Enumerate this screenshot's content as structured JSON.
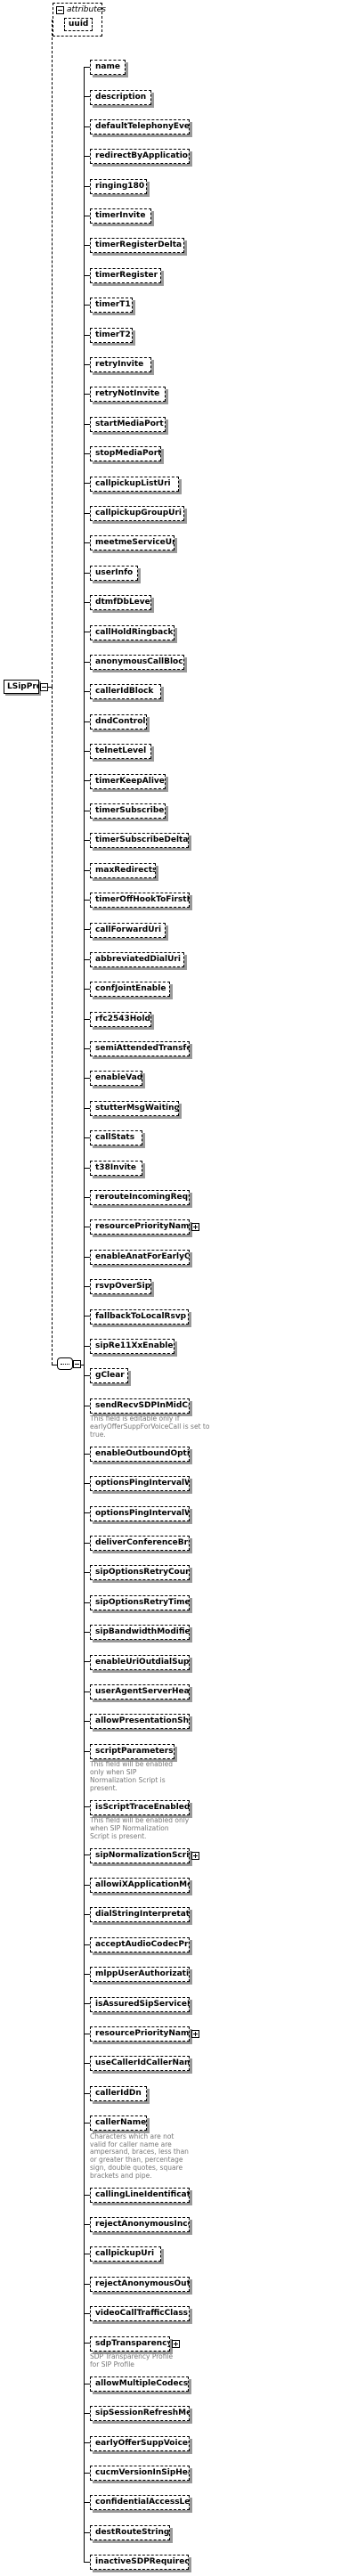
{
  "root": {
    "name": "LSipProfile"
  },
  "attributes": {
    "label": "attributes",
    "items": [
      "uuid"
    ]
  },
  "elements": [
    {
      "name": "name"
    },
    {
      "name": "description"
    },
    {
      "name": "defaultTelephonyEventPayloadT..."
    },
    {
      "name": "redirectByApplication"
    },
    {
      "name": "ringing180"
    },
    {
      "name": "timerInvite"
    },
    {
      "name": "timerRegisterDelta"
    },
    {
      "name": "timerRegister"
    },
    {
      "name": "timerT1"
    },
    {
      "name": "timerT2"
    },
    {
      "name": "retryInvite"
    },
    {
      "name": "retryNotInvite"
    },
    {
      "name": "startMediaPort"
    },
    {
      "name": "stopMediaPort"
    },
    {
      "name": "callpickupListUri"
    },
    {
      "name": "callpickupGroupUri"
    },
    {
      "name": "meetmeServiceUrl"
    },
    {
      "name": "userInfo"
    },
    {
      "name": "dtmfDbLevel"
    },
    {
      "name": "callHoldRingback"
    },
    {
      "name": "anonymousCallBlock"
    },
    {
      "name": "callerIdBlock"
    },
    {
      "name": "dndControl"
    },
    {
      "name": "telnetLevel"
    },
    {
      "name": "timerKeepAlive"
    },
    {
      "name": "timerSubscribe"
    },
    {
      "name": "timerSubscribeDelta"
    },
    {
      "name": "maxRedirects"
    },
    {
      "name": "timerOffHookToFirstDigit"
    },
    {
      "name": "callForwardUri"
    },
    {
      "name": "abbreviatedDialUri"
    },
    {
      "name": "confJointEnable"
    },
    {
      "name": "rfc2543Hold"
    },
    {
      "name": "semiAttendedTransfer"
    },
    {
      "name": "enableVad"
    },
    {
      "name": "stutterMsgWaiting"
    },
    {
      "name": "callStats"
    },
    {
      "name": "t38Invite"
    },
    {
      "name": "rerouteIncomingRequest"
    },
    {
      "name": "resourcePriorityNamespaceLis...",
      "expandable": true
    },
    {
      "name": "enableAnatForEarlyOfferCalls"
    },
    {
      "name": "rsvpOverSip"
    },
    {
      "name": "fallbackToLocalRsvp"
    },
    {
      "name": "sipRe11XxEnabled"
    },
    {
      "name": "gClear"
    },
    {
      "name": "sendRecvSDPInMidCallInvite",
      "desc": [
        "This field is editable only if",
        "earlyOfferSuppForVoiceCall is set to",
        "true."
      ]
    },
    {
      "name": "enableOutboundOptionsPing"
    },
    {
      "name": "optionsPingIntervalWhenStatus..."
    },
    {
      "name": "optionsPingIntervalWhenStatus..."
    },
    {
      "name": "deliverConferenceBridgeIdentifi..."
    },
    {
      "name": "sipOptionsRetryCount"
    },
    {
      "name": "sipOptionsRetryTimer"
    },
    {
      "name": "sipBandwidthModifier"
    },
    {
      "name": "enableUriOutdialSupport"
    },
    {
      "name": "userAgentServerHeaderInfo"
    },
    {
      "name": "allowPresentationSharingUsing..."
    },
    {
      "name": "scriptParameters",
      "desc": [
        "This field will be enabled",
        "only when SIP",
        "Normalization Script is",
        "present."
      ]
    },
    {
      "name": "isScriptTraceEnabled",
      "desc": [
        "This field will be enabled only",
        "when SIP Normalization",
        "Script is present."
      ]
    },
    {
      "name": "sipNormalizationScript",
      "expandable": true
    },
    {
      "name": "allowiXApplicationMedia"
    },
    {
      "name": "dialStringInterpretation"
    },
    {
      "name": "acceptAudioCodecPreferences"
    },
    {
      "name": "mlppUserAuthorization"
    },
    {
      "name": "isAssuredSipServiceEnabled"
    },
    {
      "name": "resourcePriorityNamespace",
      "expandable": true
    },
    {
      "name": "useCallerIdCallerNameinUriOutg..."
    },
    {
      "name": "callerIdDn"
    },
    {
      "name": "callerName",
      "desc": [
        "Characters which are not",
        "valid for caller name are",
        "ampersand, braces, less than",
        "or greater than, percentage",
        "sign, double quotes, square",
        "brackets and pipe."
      ]
    },
    {
      "name": "callingLineIdentification"
    },
    {
      "name": "rejectAnonymousIncomingCall"
    },
    {
      "name": "callpickupUri"
    },
    {
      "name": "rejectAnonymousOutgoingCall"
    },
    {
      "name": "videoCallTrafficClass"
    },
    {
      "name": "sdpTransparency",
      "expandable": true,
      "desc": [
        "SDP Transparency Profile",
        "for SIP Profile"
      ]
    },
    {
      "name": "allowMultipleCodecs"
    },
    {
      "name": "sipSessionRefreshMethod"
    },
    {
      "name": "earlyOfferSuppVoiceCall"
    },
    {
      "name": "cucmVersionInSipHeader"
    },
    {
      "name": "confidentialAccessLevelHeaders"
    },
    {
      "name": "destRouteString"
    },
    {
      "name": "inactiveSDPRequired"
    }
  ]
}
